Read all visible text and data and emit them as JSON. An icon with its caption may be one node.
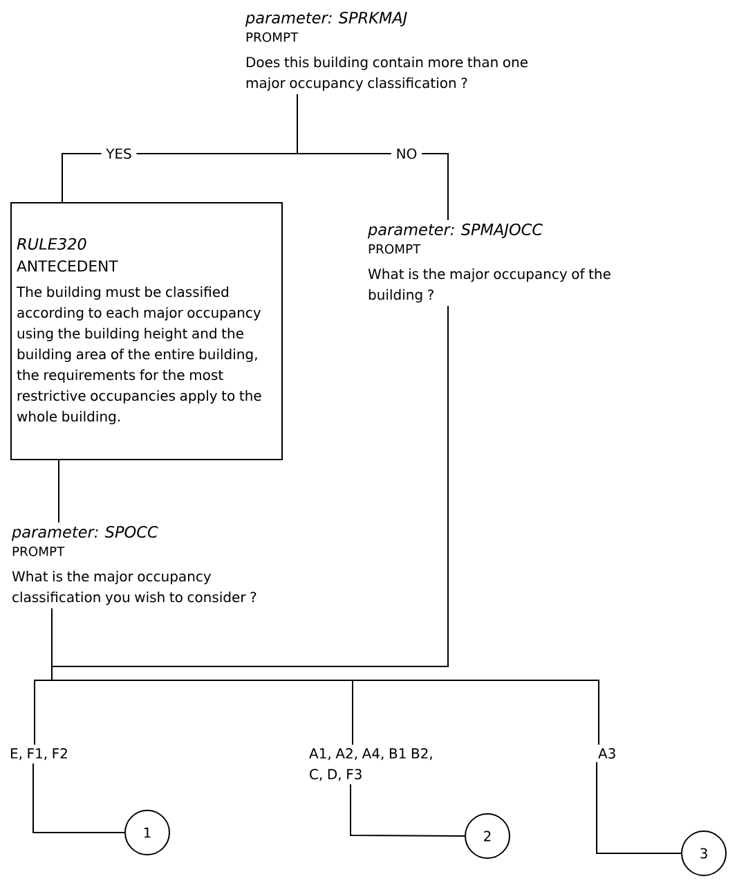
{
  "diagram": {
    "nodes": [
      {
        "text": [
          "parameter: SPRKMAJ",
          "PROMPT",
          "Does this building contain more than one major occupancy classification ?"
        ]
      },
      {
        "text": [
          "RULE320",
          "ANTECEDENT",
          "The building must be classified according to each major occupancy using the building height and the building area of the entire building, the requirements for the most restrictive occupancies apply to the whole building."
        ]
      },
      {
        "text": [
          "parameter: SPMAJOCC",
          "PROMPT",
          "What is the major occupancy of the building ?"
        ]
      },
      {
        "text": [
          "parameter: SPOCC",
          "PROMPT",
          "What is the major occupancy classification you wish to consider ?"
        ]
      },
      {
        "text": [
          "E, F1, F2"
        ]
      },
      {
        "text": [
          "A1, A2, A4, B1 B2, C, D, F3"
        ]
      },
      {
        "text": [
          "A3"
        ]
      },
      {
        "text": [
          "1"
        ]
      },
      {
        "text": [
          "2"
        ]
      },
      {
        "text": [
          "3"
        ]
      }
    ],
    "edges": [
      {
        "from": 0,
        "to": 1,
        "arrow": "none",
        "label": "YES"
      },
      {
        "from": 0,
        "to": 2,
        "arrow": "none",
        "label": "NO"
      },
      {
        "from": 1,
        "to": 3,
        "arrow": "none"
      },
      {
        "from": 3,
        "to": 4,
        "arrow": "none"
      },
      {
        "from": 3,
        "to": 5,
        "arrow": "none"
      },
      {
        "from": 3,
        "to": 6,
        "arrow": "none"
      },
      {
        "from": 2,
        "to": 4,
        "arrow": "none"
      },
      {
        "from": 2,
        "to": 5,
        "arrow": "none"
      },
      {
        "from": 2,
        "to": 6,
        "arrow": "none"
      },
      {
        "from": 4,
        "to": 7,
        "arrow": "none"
      },
      {
        "from": 5,
        "to": 8,
        "arrow": "none"
      },
      {
        "from": 6,
        "to": 9,
        "arrow": "none"
      }
    ]
  }
}
